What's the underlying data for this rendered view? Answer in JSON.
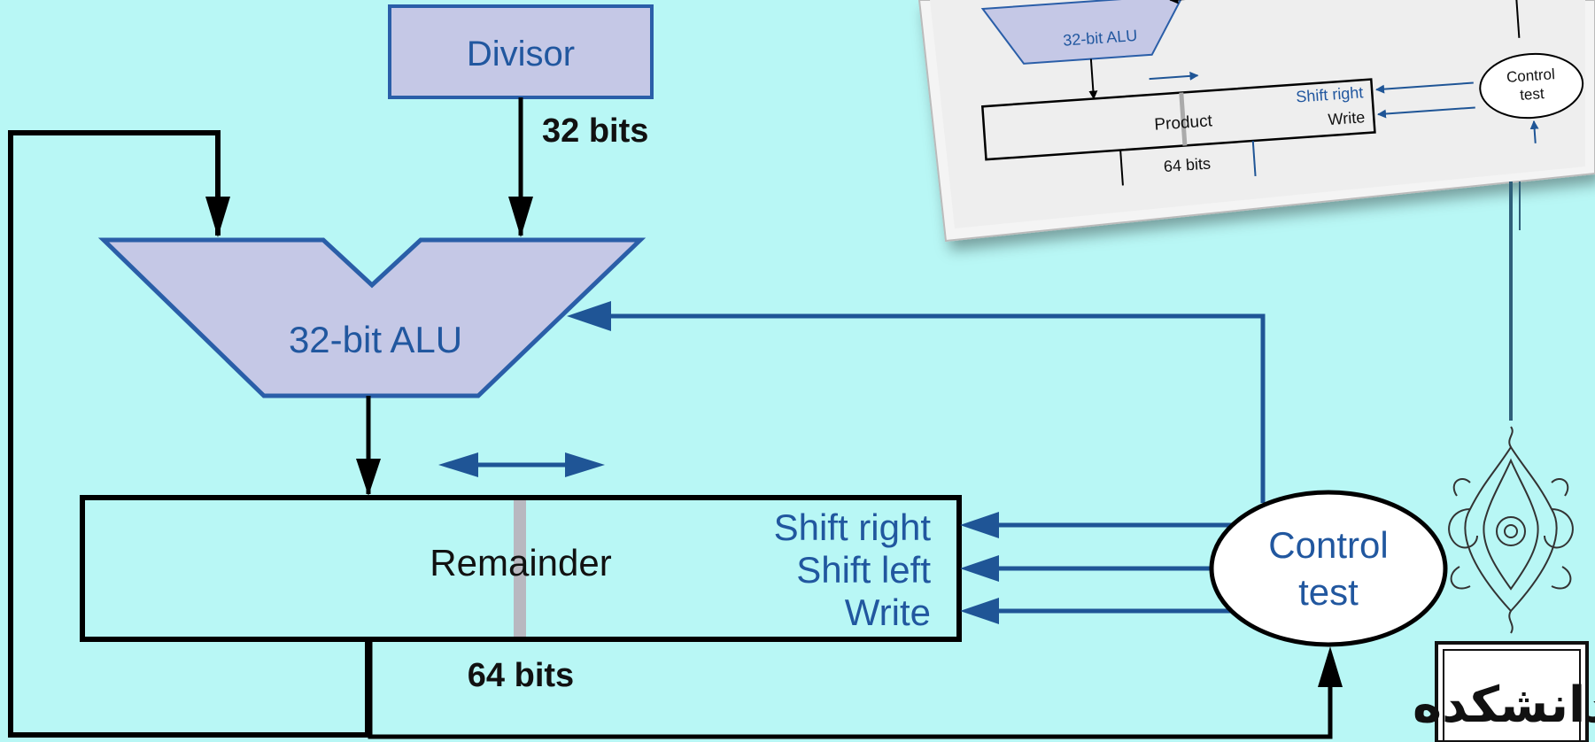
{
  "colors": {
    "background": "#b8f7f5",
    "block_fill": "#c5c8e6",
    "block_stroke": "#2a5ea8",
    "text_blue": "#21579f",
    "control_line": "#1f5596",
    "black": "#000000"
  },
  "divider": {
    "label": "Divisor",
    "width_label": "32 bits"
  },
  "alu": {
    "label": "32-bit ALU"
  },
  "remainder": {
    "label": "Remainder",
    "width_label": "64 bits",
    "signals": [
      "Shift right",
      "Shift left",
      "Write"
    ]
  },
  "control": {
    "line1": "Control",
    "line2": "test"
  },
  "inset": {
    "alu_label": "32-bit ALU",
    "register_label": "Product",
    "register_width": "64 bits",
    "signals": [
      "Shift right",
      "Write"
    ],
    "control_line1": "Control",
    "control_line2": "test"
  },
  "logo": {
    "icon": "ornamental-floral-emblem",
    "text": "دانشکده"
  }
}
